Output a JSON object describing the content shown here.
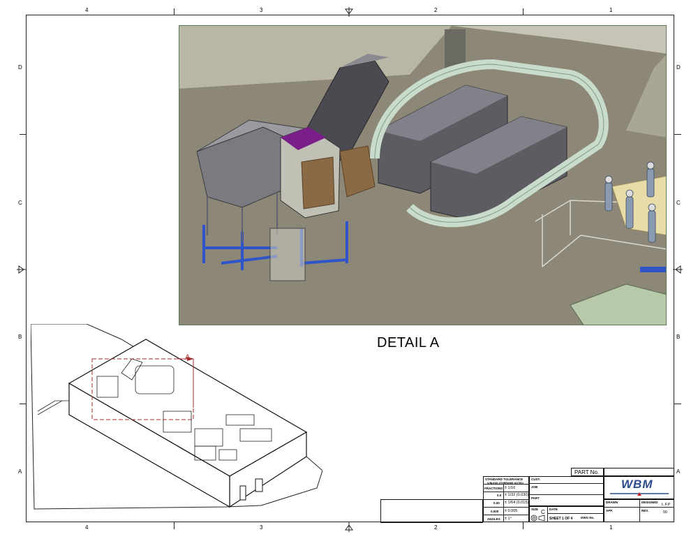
{
  "zones": {
    "columns": [
      "4",
      "3",
      "2",
      "1"
    ],
    "rows": [
      "D",
      "C",
      "B",
      "A"
    ]
  },
  "detail": {
    "title": "DETAIL  A",
    "callout": "A"
  },
  "title_block": {
    "part_no_label": "PART No.",
    "tolerance_title": "STANDARD TOLERANCE",
    "tolerance_sub": "(UNLESS OTHERWISE NOTED)",
    "rows": [
      {
        "label": "FRACTIONS",
        "value": "± 1/16"
      },
      {
        "label": "0.0",
        "value": "± 1/32 (0.030)"
      },
      {
        "label": "0.00",
        "value": "± 1/64 (0.015)"
      },
      {
        "label": "0.000",
        "value": "± 0.005"
      },
      {
        "label": "ANGLES",
        "value": "± 1°"
      }
    ],
    "cust_label": "CUST.",
    "job_label": "JOB",
    "part_label": "PART",
    "size_label": "SIZE",
    "size_value": "C",
    "date_label": "DATE",
    "sheet_text": "SHEET 1 OF 4",
    "dwg_label": "DWG No.",
    "logo": "WBM",
    "drawn_label": "DRAWN",
    "designed_label": "DESIGNED",
    "designed_value": "L.F.P",
    "app_label": "APP.",
    "rev_label": "REV.",
    "rev_value": "00"
  },
  "colors": {
    "floor": "#8c8777",
    "wall": "#b9b6a6",
    "steel": "#6e6e72",
    "machine": "#5d5c63",
    "tube": "#c9dccb",
    "blue": "#2f55c8",
    "purple": "#7a1f8a",
    "box": "#8a6a45",
    "accent": "#a52a2a"
  }
}
